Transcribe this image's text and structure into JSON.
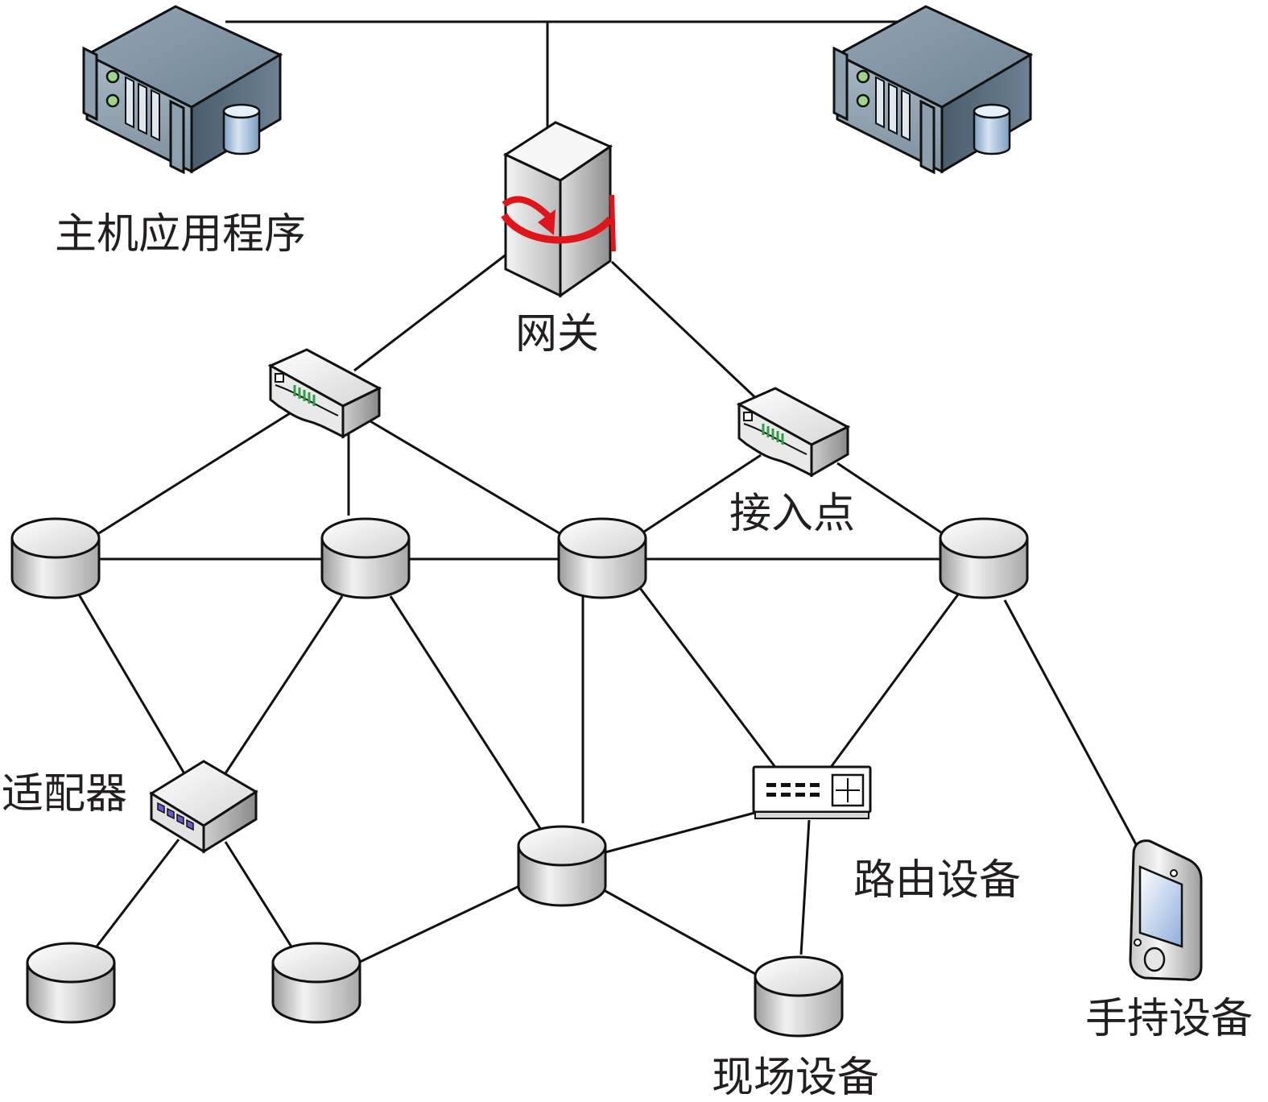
{
  "labels": {
    "host_application": "主机应用程序",
    "gateway": "网关",
    "access_point": "接入点",
    "adapter": "适配器",
    "routing_device": "路由设备",
    "handheld_device": "手持设备",
    "field_device": "现场设备"
  },
  "icons": {
    "server": "server-icon",
    "gateway": "gateway-icon",
    "access_point": "access-point-icon",
    "field_device": "cylinder-node-icon",
    "adapter": "adapter-icon",
    "router": "router-icon",
    "handheld": "pda-icon"
  },
  "colors": {
    "line": "#111111",
    "server_body": "#6f8496",
    "node_fill": "#d9d9d9",
    "gateway_arrow": "#e0141b",
    "ap_led": "#2ea043",
    "adapter_port": "#6a5acd",
    "text": "#231f20"
  }
}
